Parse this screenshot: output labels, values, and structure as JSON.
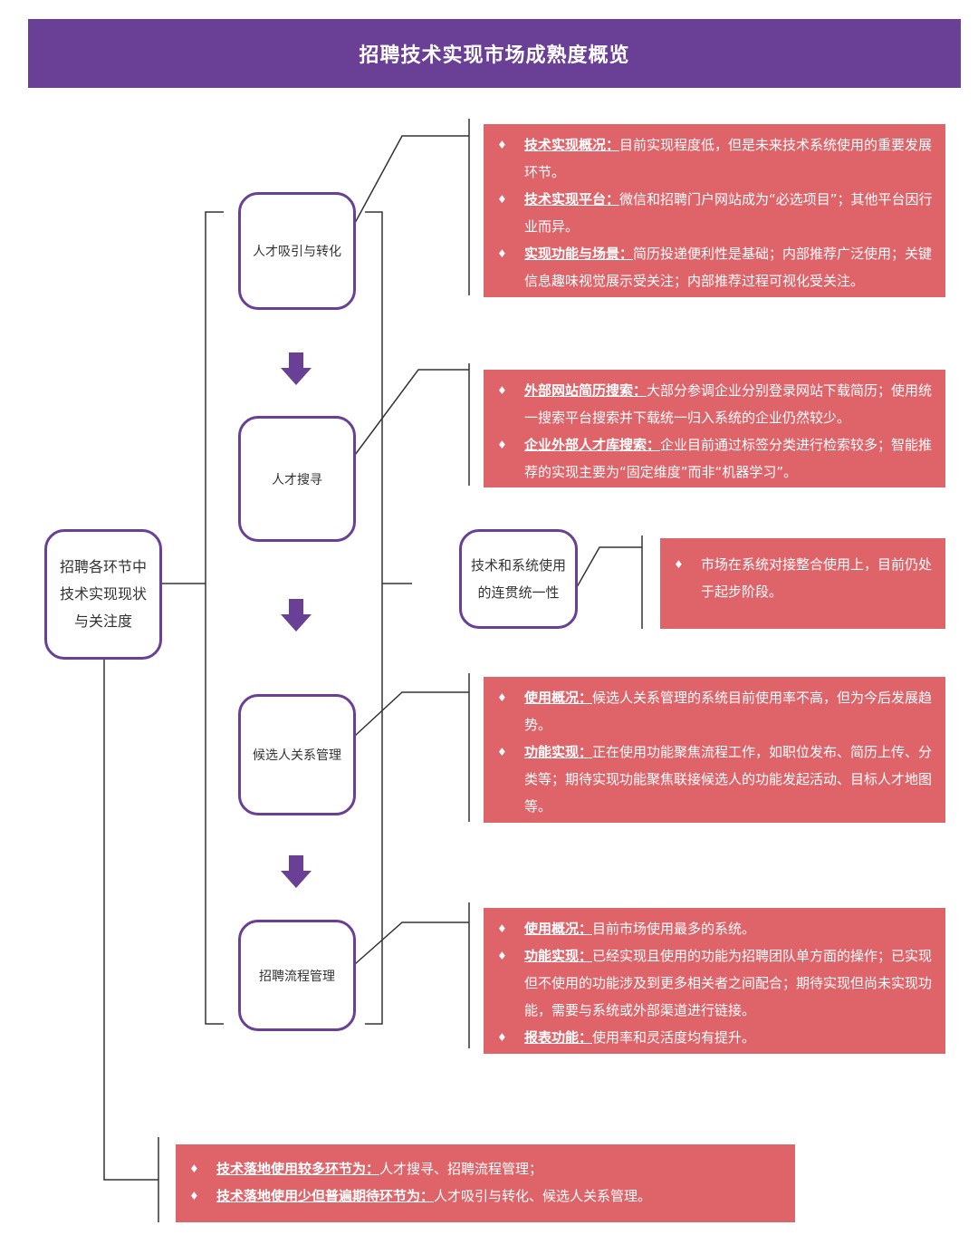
{
  "title": "招聘技术实现市场成熟度概览",
  "root": {
    "label": "招聘各环节中技术实现现状与关注度"
  },
  "stages": [
    {
      "label": "人才吸引与转化",
      "items": [
        {
          "key": "技术实现概况：",
          "text": "目前实现程度低，但是未来技术系统使用的重要发展环节。"
        },
        {
          "key": "技术实现平台：",
          "text": "微信和招聘门户网站成为“必选项目”；其他平台因行业而异。"
        },
        {
          "key": "实现功能与场景：",
          "text": "简历投递便利性是基础；内部推荐广泛使用；关键信息趣味视觉展示受关注；内部推荐过程可视化受关注。"
        }
      ]
    },
    {
      "label": "人才搜寻",
      "items": [
        {
          "key": "外部网站简历搜索：",
          "text": "大部分参调企业分别登录网站下载简历；使用统一搜索平台搜索并下载统一归入系统的企业仍然较少。"
        },
        {
          "key": "企业外部人才库搜索：",
          "text": "企业目前通过标签分类进行检索较多；智能推荐的实现主要为“固定维度”而非“机器学习”。"
        }
      ]
    },
    {
      "label": "候选人关系管理",
      "items": [
        {
          "key": "使用概况：",
          "text": "候选人关系管理的系统目前使用率不高，但为今后发展趋势。"
        },
        {
          "key": "功能实现：",
          "text": "正在使用功能聚焦流程工作，如职位发布、简历上传、分类等；期待实现功能聚焦联接候选人的功能发起活动、目标人才地图等。"
        }
      ]
    },
    {
      "label": "招聘流程管理",
      "items": [
        {
          "key": "使用概况：",
          "text": "目前市场使用最多的系统。"
        },
        {
          "key": "功能实现：",
          "text": "已经实现且使用的功能为招聘团队单方面的操作；已实现但不使用的功能涉及到更多相关者之间配合；期待实现但尚未实现功能，需要与系统或外部渠道进行链接。"
        },
        {
          "key": "报表功能：",
          "text": "使用率和灵活度均有提升。"
        }
      ]
    }
  ],
  "consistency": {
    "label": "技术和系统使用的连贯统一性",
    "items": [
      {
        "key": "",
        "text": "市场在系统对接整合使用上，目前仍处于起步阶段。"
      }
    ]
  },
  "summary": {
    "items": [
      {
        "key": "技术落地使用较多环节为：",
        "text": "人才搜寻、招聘流程管理；"
      },
      {
        "key": "技术落地使用少但普遍期待环节为：",
        "text": "人才吸引与转化、候选人关系管理。"
      }
    ]
  },
  "colors": {
    "purple": "#6a4096",
    "panel": "#de646a",
    "line": "#333333"
  },
  "bullet_glyph": "♦"
}
